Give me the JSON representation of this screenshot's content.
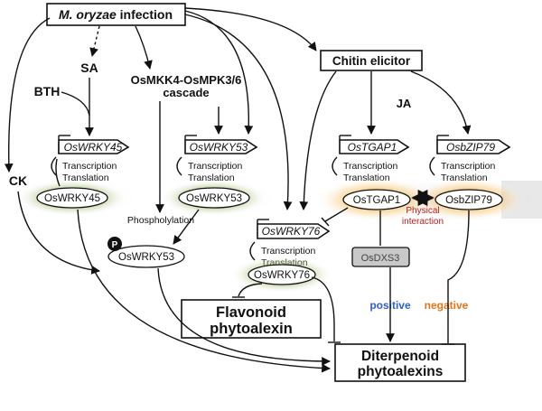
{
  "nodes": {
    "infection_name": "M. oryzae",
    "infection_suffix": " infection",
    "sa": "SA",
    "bth": "BTH",
    "cascade_line1": "OsMKK4-OsMPK3/6",
    "cascade_line2": "cascade",
    "ck": "CK",
    "chitin": "Chitin elicitor",
    "ja": "JA",
    "flavonoid_line1": "Flavonoid",
    "flavonoid_line2": "phytoalexin",
    "diterpenoid_line1": "Diterpenoid",
    "diterpenoid_line2": "phytoalexins"
  },
  "genes": {
    "wrky45": "OsWRKY45",
    "wrky53": "OsWRKY53",
    "tgap1": "OsTGAP1",
    "bzip79": "OsbZIP79",
    "wrky76": "OsWRKY76"
  },
  "proteins": {
    "wrky45": "OsWRKY45",
    "wrky53": "OsWRKY53",
    "tgap1": "OsTGAP1",
    "bzip79": "OsbZIP79",
    "wrky76": "OsWRKY76",
    "wrky53_p": "OsWRKY53",
    "dxs3": "OsDXS3"
  },
  "labels": {
    "transcription": "Transcription",
    "translation": "Translation",
    "phosphorylation": "Phospholylation",
    "p_badge": "P",
    "physical_line1": "Physical",
    "physical_line2": "interaction",
    "positive": "positive",
    "negative": "negative"
  },
  "colors": {
    "wrky_glow": "#6b8e23",
    "tgap_glow": "#f5a623",
    "physical_text": "#b22222",
    "positive": "#2f5fd0",
    "negative": "#e8731a",
    "dxs3_fill": "#c8c8c8"
  }
}
